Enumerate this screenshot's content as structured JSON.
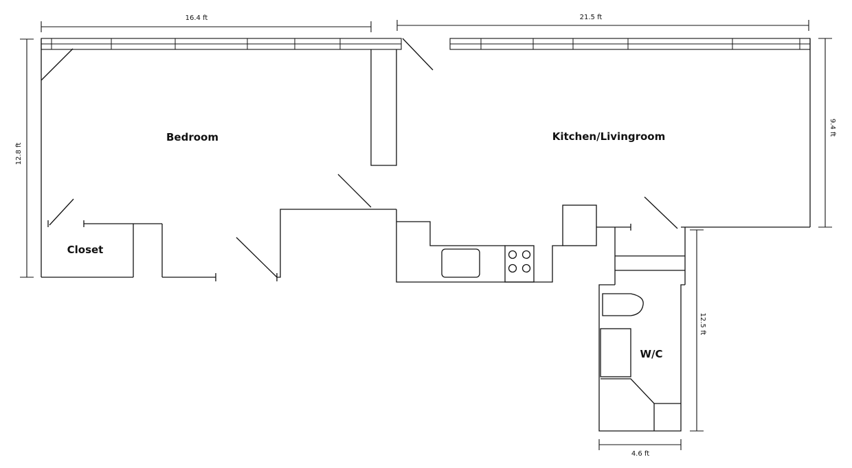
{
  "rooms": {
    "bedroom": "Bedroom",
    "kitchen": "Kitchen/Livingroom",
    "closet": "Closet",
    "wc": "W/C"
  },
  "dimensions": {
    "top_left": "16.4 ft",
    "top_right": "21.5 ft",
    "left": "12.8 ft",
    "right": "9.4 ft",
    "bath_height": "12.5 ft",
    "bath_width": "4.6 ft"
  }
}
